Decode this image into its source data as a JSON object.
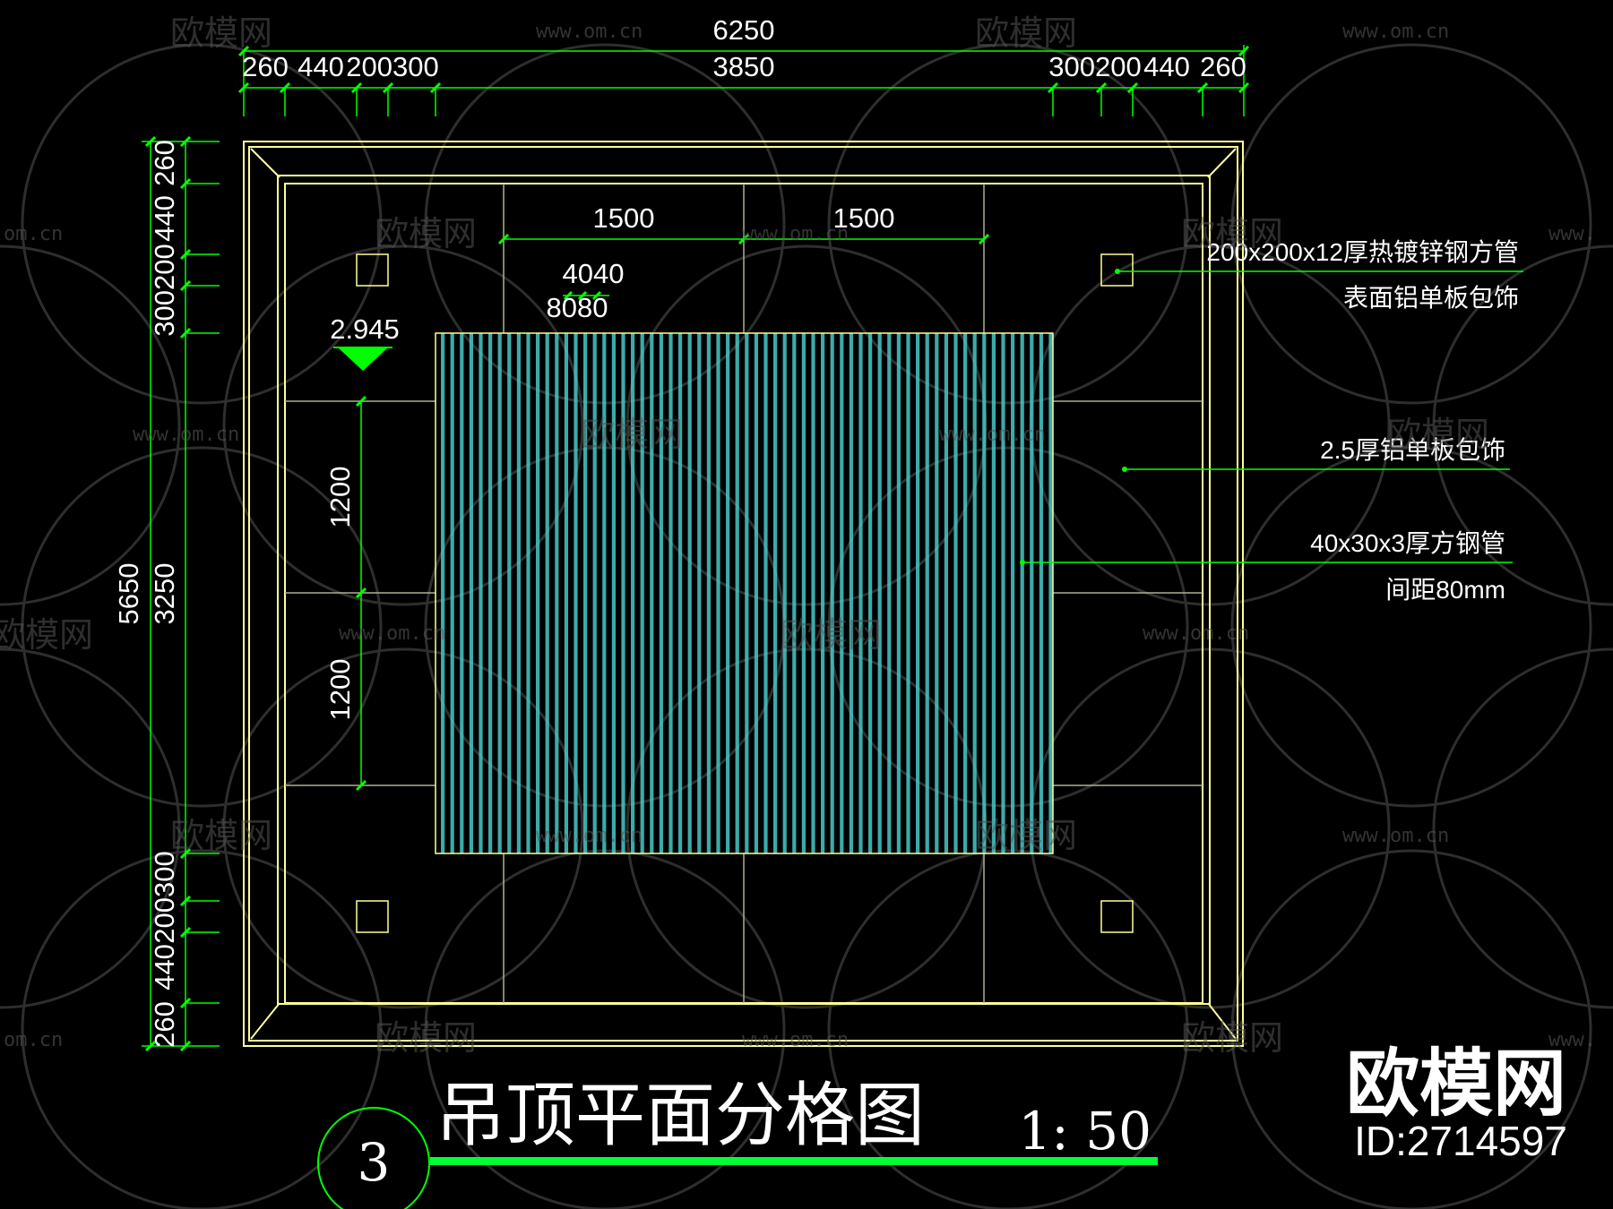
{
  "drawing": {
    "title": "吊顶平面分格图",
    "scale": "1: 50",
    "number": "3",
    "level": "2.945"
  },
  "dims": {
    "top_total": "6250",
    "top_center": "3850",
    "top_left": [
      "260",
      "440",
      "200300"
    ],
    "top_right": [
      "300200",
      "440",
      "260"
    ],
    "left_total": "5650",
    "left_center": "3250",
    "left_top": [
      "260",
      "440",
      "300200"
    ],
    "left_bottom": [
      "200300",
      "440",
      "260"
    ],
    "inner_top_a": "1500",
    "inner_top_b": "1500",
    "slat_a": "4040",
    "slat_b": "8080",
    "inner_left_a": "1200",
    "inner_left_b": "1200"
  },
  "notes": {
    "n1_line1": "200x200x12厚热镀锌钢方管",
    "n1_line2": "表面铝单板包饰",
    "n2": "2.5厚铝单板包饰",
    "n3_line1": "40x30x3厚方钢管",
    "n3_line2": "间距80mm"
  },
  "watermark": {
    "brand": "欧模网",
    "url": "www.om.cn",
    "url_part": "om.cn",
    "url_start": "www."
  },
  "brand_badge": {
    "name": "欧模网",
    "id": "ID:2714597"
  },
  "colors": {
    "background": "#000000",
    "dimension_line": "#00ff00",
    "outline": "#ffff99",
    "grid": "#b0b090",
    "slat": "#46c8c8",
    "title_bar": "#00ff33"
  }
}
